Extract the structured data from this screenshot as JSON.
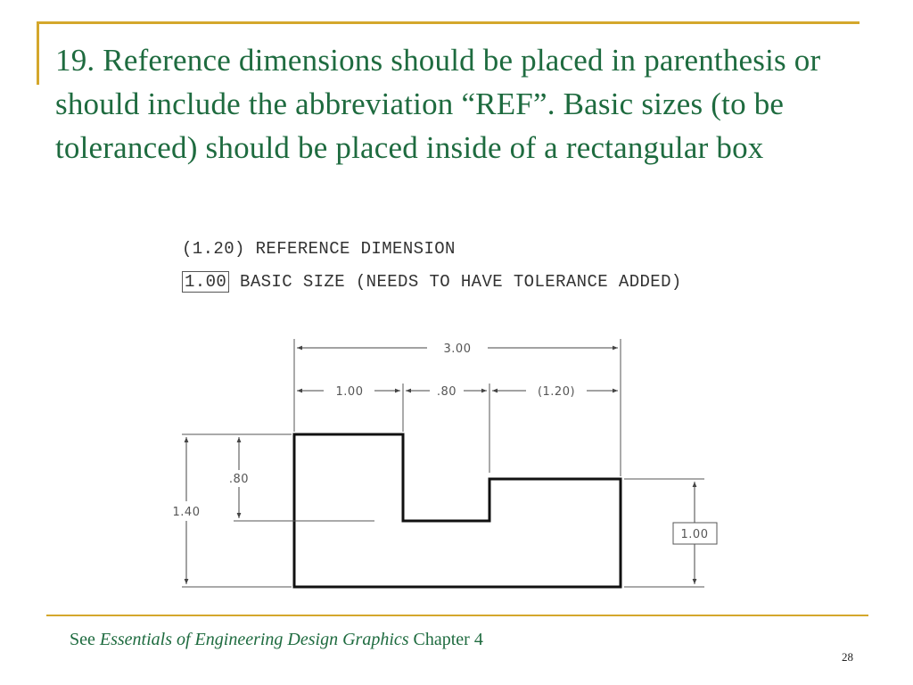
{
  "slide": {
    "title": "19. Reference dimensions should be placed in parenthesis or should include the abbreviation “REF”. Basic sizes (to be toleranced) should be placed inside of a rectangular box",
    "legend_ref_text": "(1.20) REFERENCE DIMENSION",
    "legend_basic_box": "1.00",
    "legend_basic_text": " BASIC SIZE (NEEDS TO HAVE TOLERANCE ADDED)",
    "footer_see": "See ",
    "footer_book": "Essentials of  Engineering Design Graphics",
    "footer_chapter": "  Chapter 4",
    "page_number": "28",
    "accent_color": "#d4a72c",
    "text_color": "#1e6b3f"
  },
  "drawing": {
    "dim_overall_width": "3.00",
    "dim_left_width": "1.00",
    "dim_notch_width": ".80",
    "dim_right_width": "(1.20)",
    "dim_notch_depth": ".80",
    "dim_overall_height": "1.40",
    "dim_right_height": "1.00"
  }
}
